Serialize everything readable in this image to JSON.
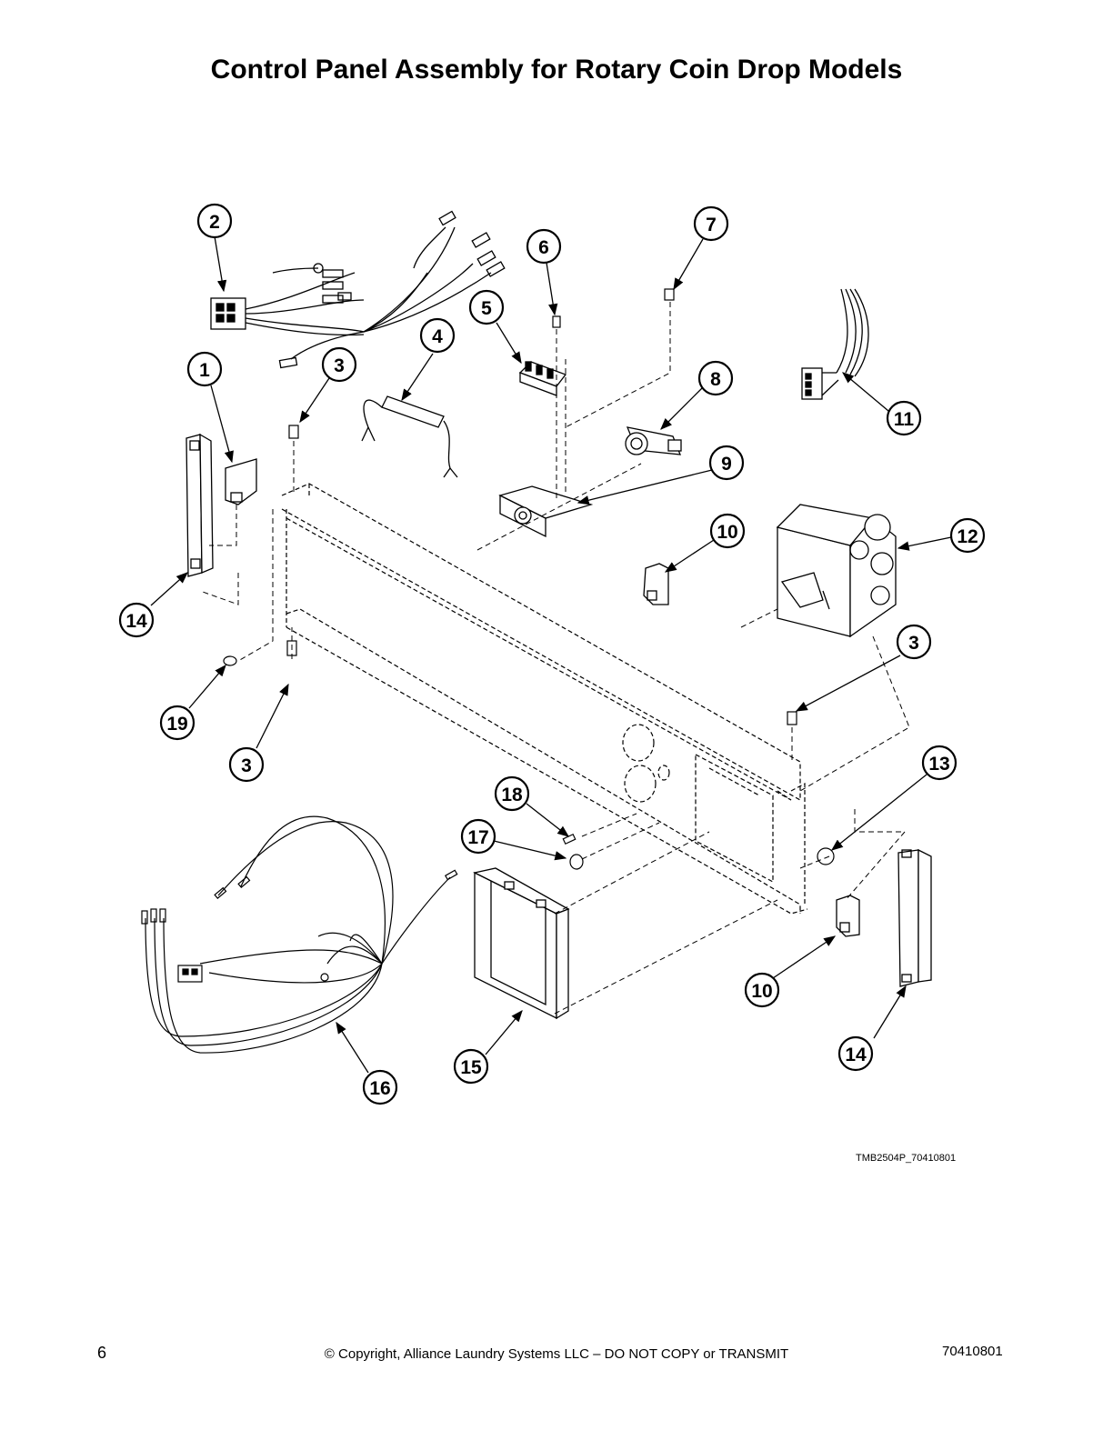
{
  "title": "Control Panel Assembly for Rotary Coin Drop Models",
  "callouts": [
    {
      "label": "1"
    },
    {
      "label": "2"
    },
    {
      "label": "3"
    },
    {
      "label": "3"
    },
    {
      "label": "3"
    },
    {
      "label": "4"
    },
    {
      "label": "5"
    },
    {
      "label": "6"
    },
    {
      "label": "7"
    },
    {
      "label": "8"
    },
    {
      "label": "9"
    },
    {
      "label": "10"
    },
    {
      "label": "10"
    },
    {
      "label": "11"
    },
    {
      "label": "12"
    },
    {
      "label": "13"
    },
    {
      "label": "14"
    },
    {
      "label": "14"
    },
    {
      "label": "15"
    },
    {
      "label": "16"
    },
    {
      "label": "17"
    },
    {
      "label": "18"
    },
    {
      "label": "19"
    }
  ],
  "drawing_number": "TMB2504P_70410801",
  "footer": {
    "page_number": "6",
    "copyright": "© Copyright, Alliance Laundry Systems LLC – DO NOT COPY or TRANSMIT",
    "document_number": "70410801"
  }
}
